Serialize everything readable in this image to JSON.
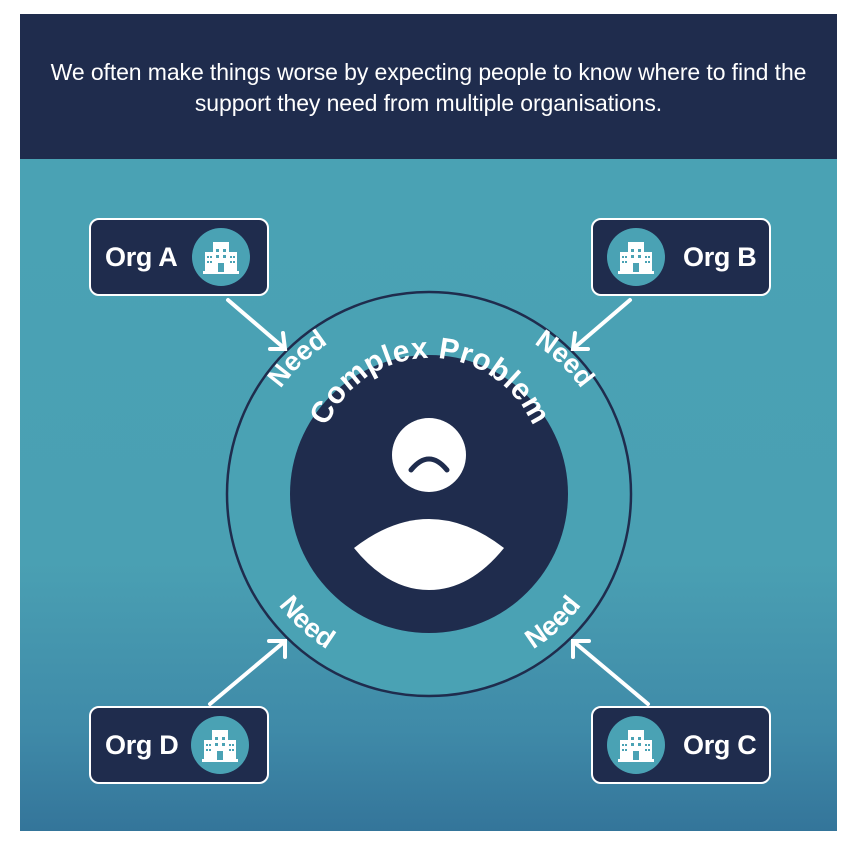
{
  "header": {
    "text": "We often make things worse by expecting people to know where to find the support they need from multiple organisations."
  },
  "center": {
    "title": "Complex Problem",
    "person_icon": "sad-person-icon",
    "need_labels": [
      "Need",
      "Need",
      "Need",
      "Need"
    ]
  },
  "orgs": [
    {
      "label": "Org A",
      "icon": "building-icon",
      "position": "top-left"
    },
    {
      "label": "Org B",
      "icon": "building-icon",
      "position": "top-right"
    },
    {
      "label": "Org C",
      "icon": "building-icon",
      "position": "bottom-right"
    },
    {
      "label": "Org D",
      "icon": "building-icon",
      "position": "bottom-left"
    }
  ],
  "colors": {
    "navy": "#1f2c4d",
    "teal": "#4aa2b4",
    "teal_dark": "#34759a",
    "white": "#ffffff"
  }
}
